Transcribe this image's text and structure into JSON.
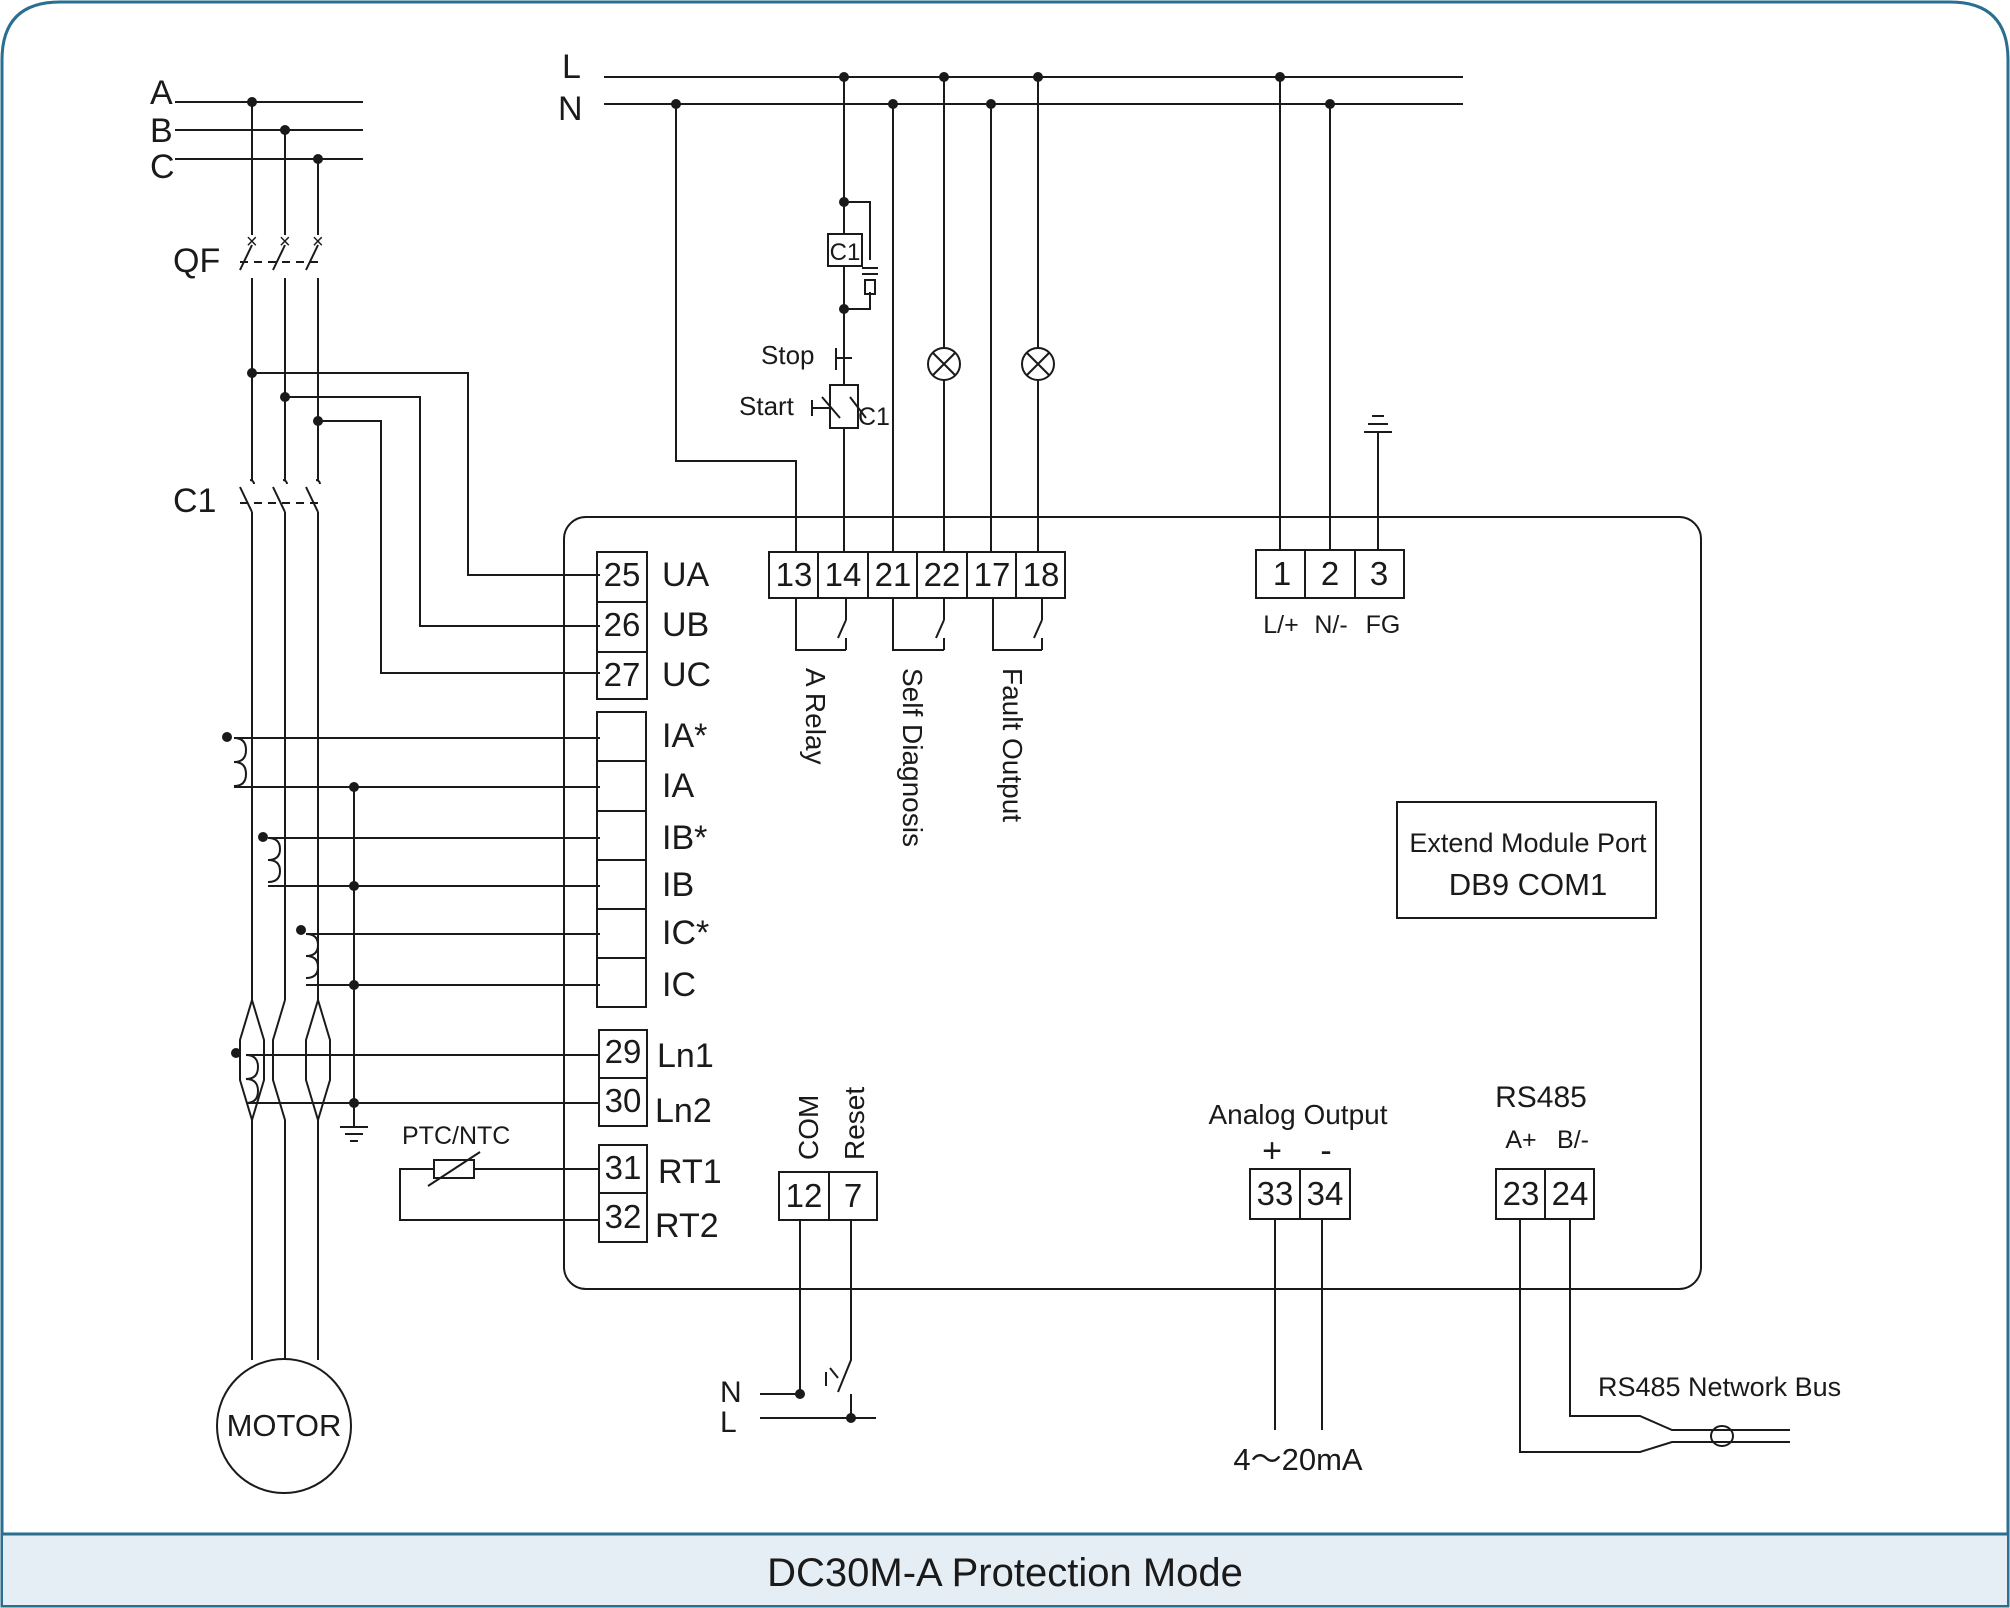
{
  "title": "DC30M-A Protection Mode",
  "colors": {
    "frame": "#2a6f8f",
    "footer_bg": "#e6eef5",
    "ink": "#1a1a1a"
  },
  "supply": {
    "three_phase": [
      "A",
      "B",
      "C"
    ],
    "single_phase": [
      "L",
      "N"
    ]
  },
  "breaker": "QF",
  "contactor": "C1",
  "motor": "MOTOR",
  "control": {
    "stop": "Stop",
    "start": "Start",
    "coil": "C1",
    "contact": "C1"
  },
  "voltage_terminals": [
    {
      "num": "25",
      "name": "UA"
    },
    {
      "num": "26",
      "name": "UB"
    },
    {
      "num": "27",
      "name": "UC"
    }
  ],
  "current_terminals": [
    "IA*",
    "IA",
    "IB*",
    "IB",
    "IC*",
    "IC"
  ],
  "leakage_terminals": [
    {
      "num": "29",
      "name": "Ln1"
    },
    {
      "num": "30",
      "name": "Ln2"
    }
  ],
  "temp_terminals": [
    {
      "num": "31",
      "name": "RT1"
    },
    {
      "num": "32",
      "name": "RT2"
    }
  ],
  "sensor": "PTC/NTC",
  "relay_terminals": [
    "13",
    "14",
    "21",
    "22",
    "17",
    "18"
  ],
  "relay_labels": [
    "A Relay",
    "Self Diagnosis",
    "Fault Output"
  ],
  "power_terminals": [
    {
      "num": "1",
      "name": "L/+"
    },
    {
      "num": "2",
      "name": "N/-"
    },
    {
      "num": "3",
      "name": "FG"
    }
  ],
  "extend_port": {
    "line1": "Extend Module Port",
    "line2": "DB9 COM1"
  },
  "reset_block": {
    "terminals": [
      "12",
      "7"
    ],
    "labels": [
      "COM",
      "Reset"
    ],
    "supply": [
      "N",
      "L"
    ]
  },
  "analog": {
    "title": "Analog Output",
    "plus": "+",
    "minus": "-",
    "terminals": [
      "33",
      "34"
    ],
    "range": "4～20mA"
  },
  "rs485": {
    "title": "RS485",
    "a": "A+",
    "b": "B/-",
    "terminals": [
      "23",
      "24"
    ],
    "bus": "RS485 Network Bus"
  }
}
